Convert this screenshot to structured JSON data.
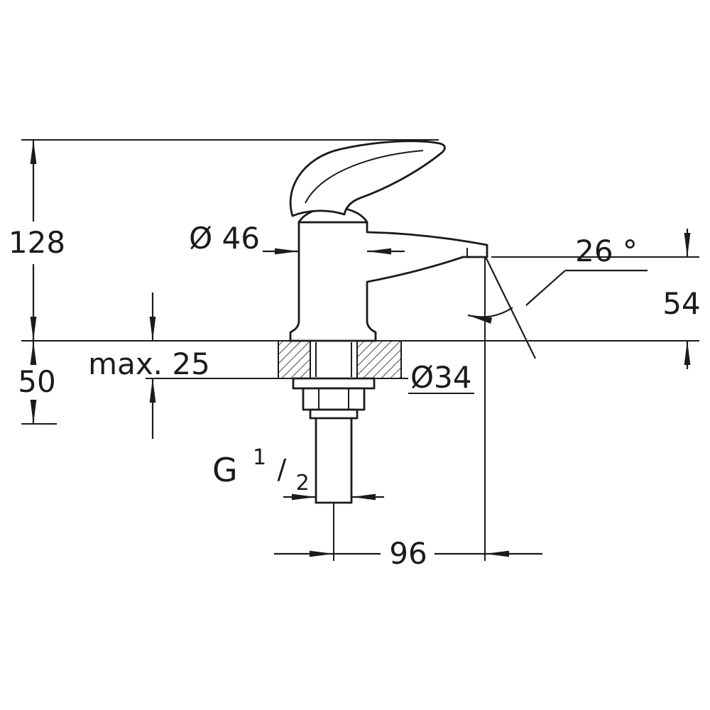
{
  "drawing": {
    "kind": "technical dimension drawing of single-lever basin tap",
    "colors": {
      "line": "#1b1b1b",
      "background": "#ffffff"
    }
  },
  "dimensions": {
    "total_height": "128",
    "below_deck_clearance": "50",
    "deck_thickness": "max. 25",
    "body_diameter": "Ø 46",
    "hole_diameter": "Ø34",
    "spout_height": "54",
    "spout_angle": "26 °",
    "spout_projection": "96",
    "thread": {
      "prefix": "G",
      "numerator": "1",
      "slash": "/",
      "denominator": "2"
    }
  }
}
